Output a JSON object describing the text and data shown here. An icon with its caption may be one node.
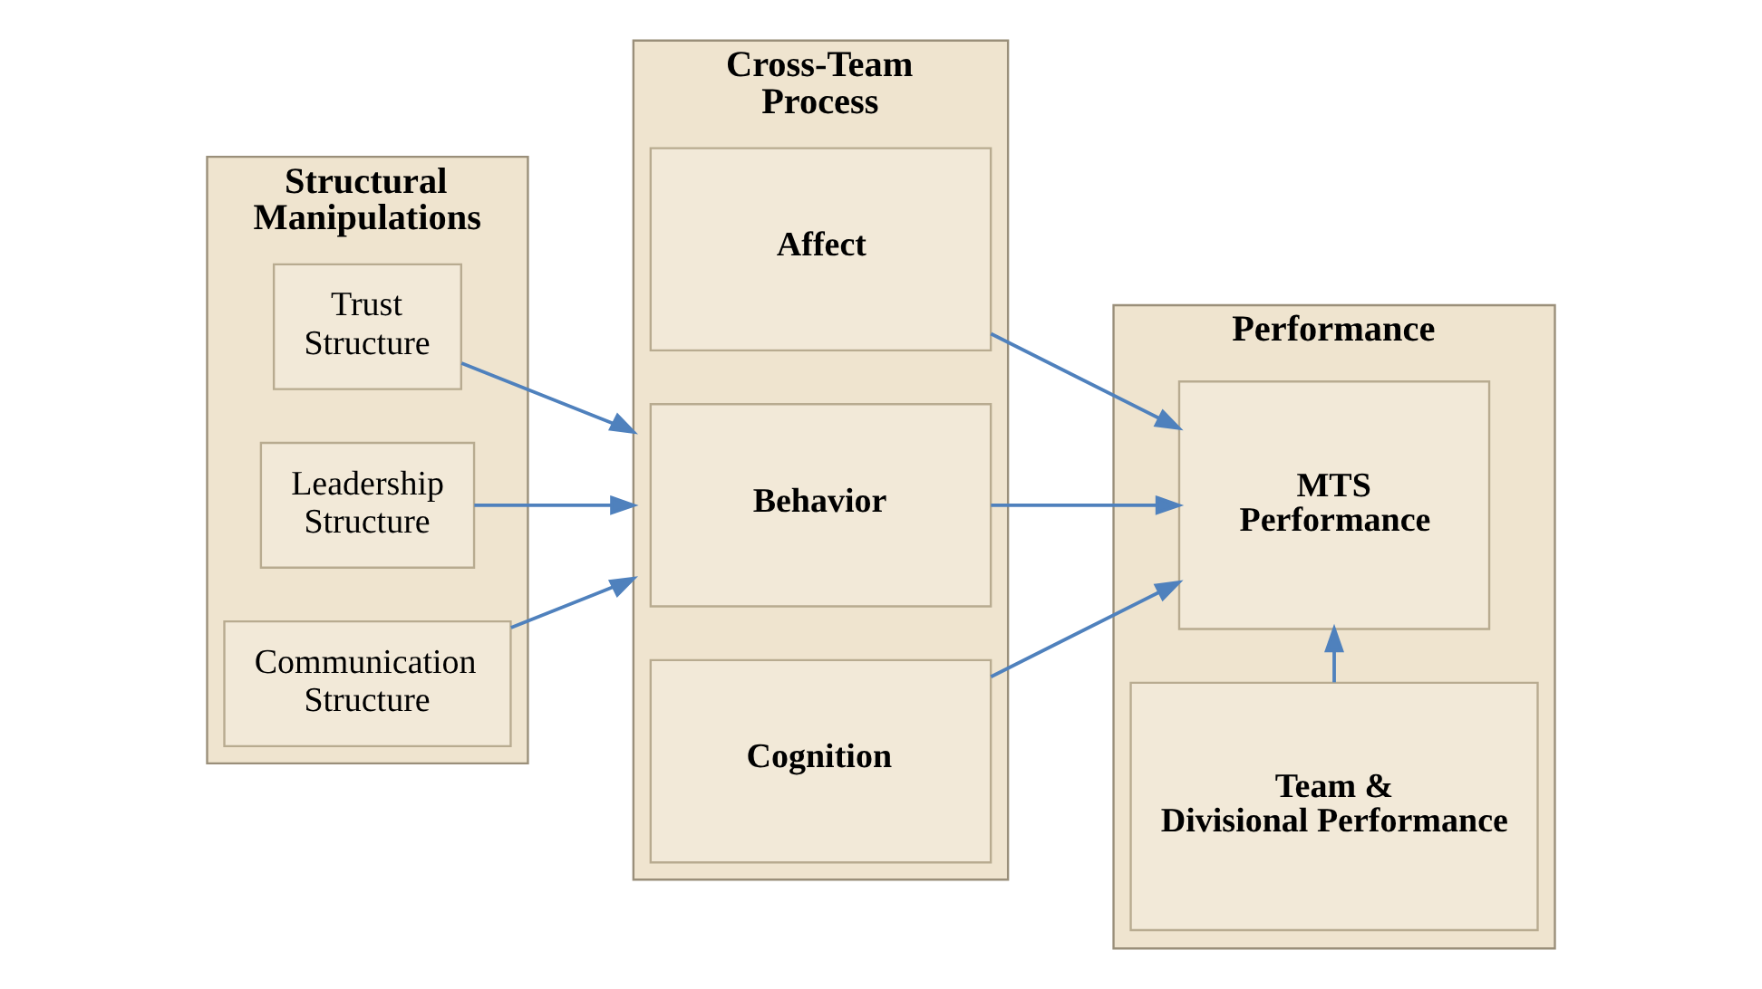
{
  "diagram": {
    "nodes": [
      {
        "text": [
          "Structural Manipulations"
        ]
      },
      {
        "text": [
          "Trust Structure"
        ],
        "in": 0
      },
      {
        "text": [
          "Leadership Structure"
        ],
        "in": 0
      },
      {
        "text": [
          "Communication Structure"
        ],
        "in": 0
      },
      {
        "text": [
          "Cross-Team Process"
        ]
      },
      {
        "text": [
          "Affect"
        ],
        "in": 4
      },
      {
        "text": [
          "Behavior"
        ],
        "in": 4
      },
      {
        "text": [
          "Cognition"
        ],
        "in": 4
      },
      {
        "text": [
          "Performance"
        ]
      },
      {
        "text": [
          "MTS Performance"
        ],
        "in": 8
      },
      {
        "text": [
          "Team & Divisional Performance"
        ],
        "in": 8
      }
    ],
    "edges": [
      {
        "from": 1,
        "to": 4,
        "arrow": "to"
      },
      {
        "from": 2,
        "to": 4,
        "arrow": "to"
      },
      {
        "from": 3,
        "to": 4,
        "arrow": "to"
      },
      {
        "from": 5,
        "to": 9,
        "arrow": "to"
      },
      {
        "from": 6,
        "to": 9,
        "arrow": "to"
      },
      {
        "from": 7,
        "to": 9,
        "arrow": "to"
      },
      {
        "from": 10,
        "to": 9,
        "arrow": "to"
      }
    ]
  }
}
